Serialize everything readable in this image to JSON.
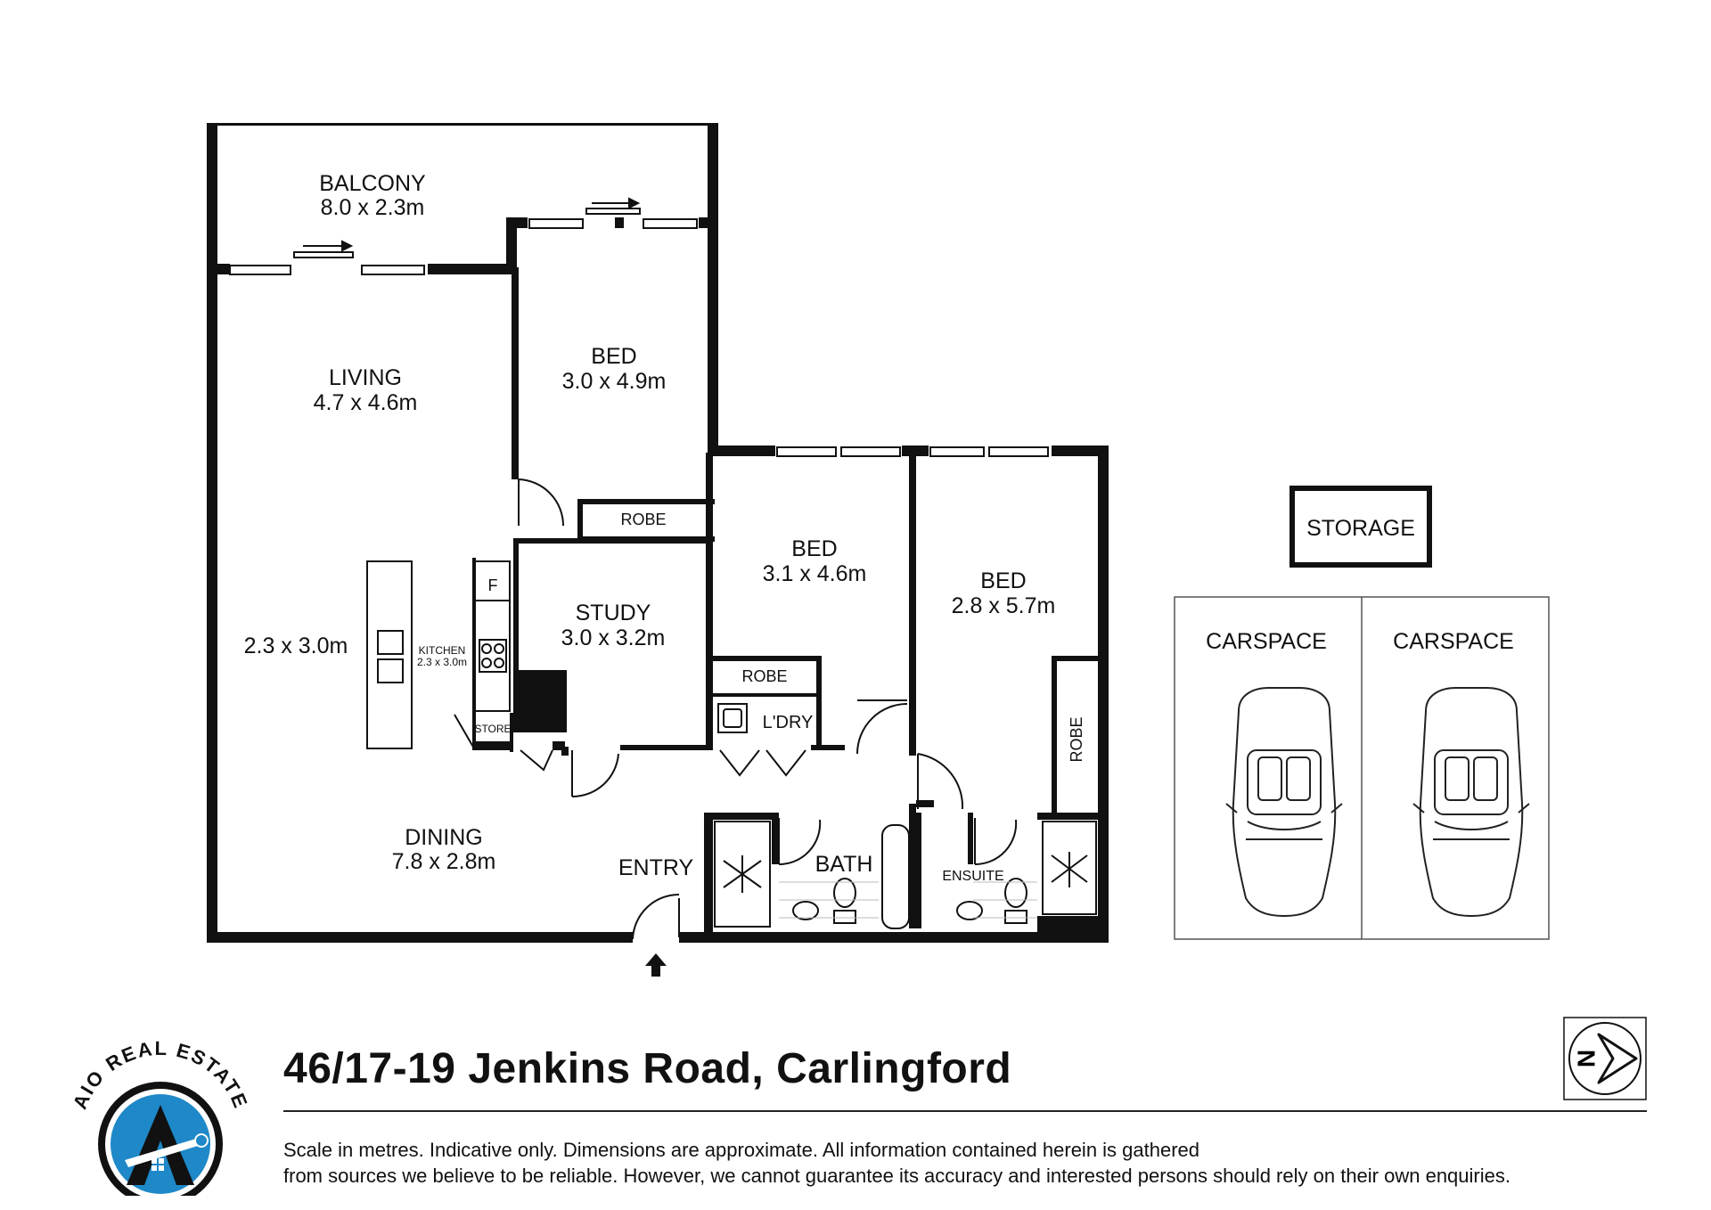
{
  "rooms": {
    "balcony": {
      "name": "BALCONY",
      "size": "8.0 x 2.3m"
    },
    "living": {
      "name": "LIVING",
      "size": "4.7 x 4.6m"
    },
    "kitchen_area": {
      "size": "2.3 x 3.0m"
    },
    "kitchen": {
      "name": "KITCHEN",
      "size": "2.3 x 3.0m"
    },
    "fridge": {
      "name": "F"
    },
    "store1": {
      "name": "STORE"
    },
    "store2": {
      "name": "STORE"
    },
    "dining": {
      "name": "DINING",
      "size": "7.8 x 2.8m"
    },
    "entry": {
      "name": "ENTRY"
    },
    "bed1": {
      "name": "BED",
      "size": "3.0 x 4.9m"
    },
    "robe1": {
      "name": "ROBE"
    },
    "study": {
      "name": "STUDY",
      "size": "3.0 x 3.2m"
    },
    "bed2": {
      "name": "BED",
      "size": "3.1 x 4.6m"
    },
    "robe2": {
      "name": "ROBE"
    },
    "laundry": {
      "name": "L'DRY"
    },
    "bed3": {
      "name": "BED",
      "size": "2.8 x 5.7m"
    },
    "robe3": {
      "name": "ROBE"
    },
    "bath": {
      "name": "BATH"
    },
    "ensuite": {
      "name": "ENSUITE"
    }
  },
  "storage": {
    "name": "STORAGE"
  },
  "carspaces": [
    {
      "name": "CARSPACE"
    },
    {
      "name": "CARSPACE"
    }
  ],
  "footer": {
    "address": "46/17-19 Jenkins Road, Carlingford",
    "disclaimer_line1": "Scale in metres. Indicative only. Dimensions are approximate. All information contained herein is gathered",
    "disclaimer_line2": "from sources we believe to be reliable. However, we cannot guarantee its accuracy and interested persons should rely on their own enquiries."
  },
  "brand": {
    "name": "AIO REAL ESTATE",
    "primary_color": "#1e88c8",
    "dark_color": "#111111"
  },
  "compass": {
    "label": "N",
    "icon": "north-arrow-icon"
  }
}
